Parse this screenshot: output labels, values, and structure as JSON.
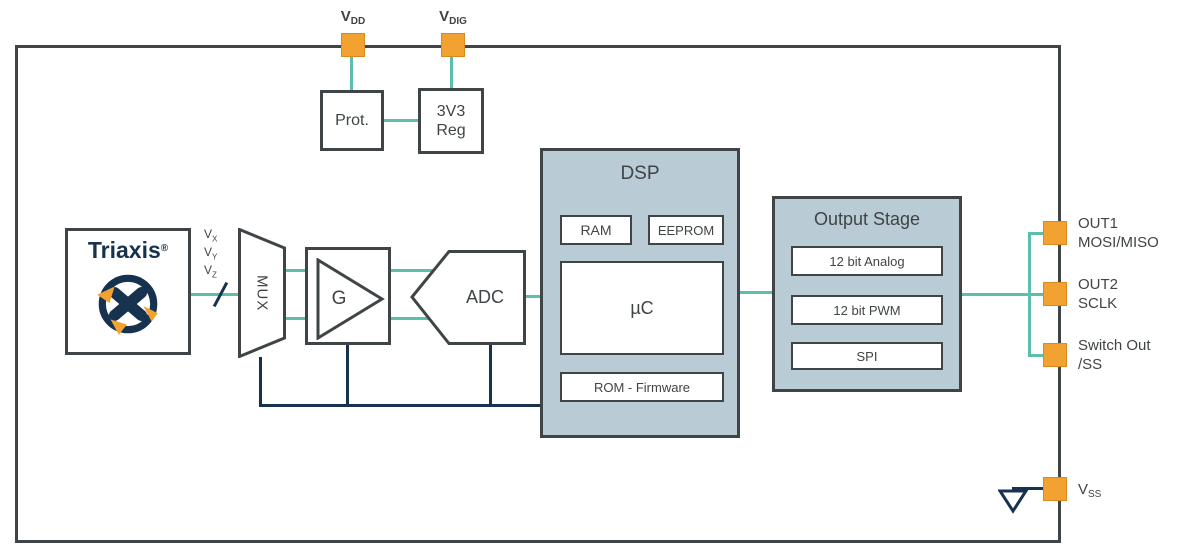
{
  "colors": {
    "teal": "#5CBFAD",
    "navy": "#16324F",
    "orange": "#F2A230",
    "module_fill": "#B9CBD5",
    "border_gray": "#3F4447"
  },
  "pins": {
    "vdd": {
      "base": "V",
      "sub": "DD"
    },
    "vdig": {
      "base": "V",
      "sub": "DIG"
    },
    "out1": {
      "line1": "OUT1",
      "line2": "MOSI/MISO"
    },
    "out2": {
      "line1": "OUT2",
      "line2": "SCLK"
    },
    "switch_out": {
      "line1": "Switch Out",
      "line2": "/SS"
    },
    "vss": {
      "base": "V",
      "sub": "SS"
    }
  },
  "blocks": {
    "prot": "Prot.",
    "reg": "3V3 Reg",
    "triaxis": {
      "base": "Triaxis",
      "sup": "®"
    },
    "mux": "MUX",
    "gain": "G",
    "adc": "ADC",
    "dsp": {
      "title": "DSP",
      "ram": "RAM",
      "eeprom": "EEPROM",
      "uc": "µC",
      "rom": "ROM - Firmware"
    },
    "output_stage": {
      "title": "Output Stage",
      "analog": "12 bit Analog",
      "pwm": "12 bit PWM",
      "spi": "SPI"
    }
  },
  "signals": {
    "vx": {
      "base": "V",
      "sub": "X"
    },
    "vy": {
      "base": "V",
      "sub": "Y"
    },
    "vz": {
      "base": "V",
      "sub": "Z"
    }
  }
}
